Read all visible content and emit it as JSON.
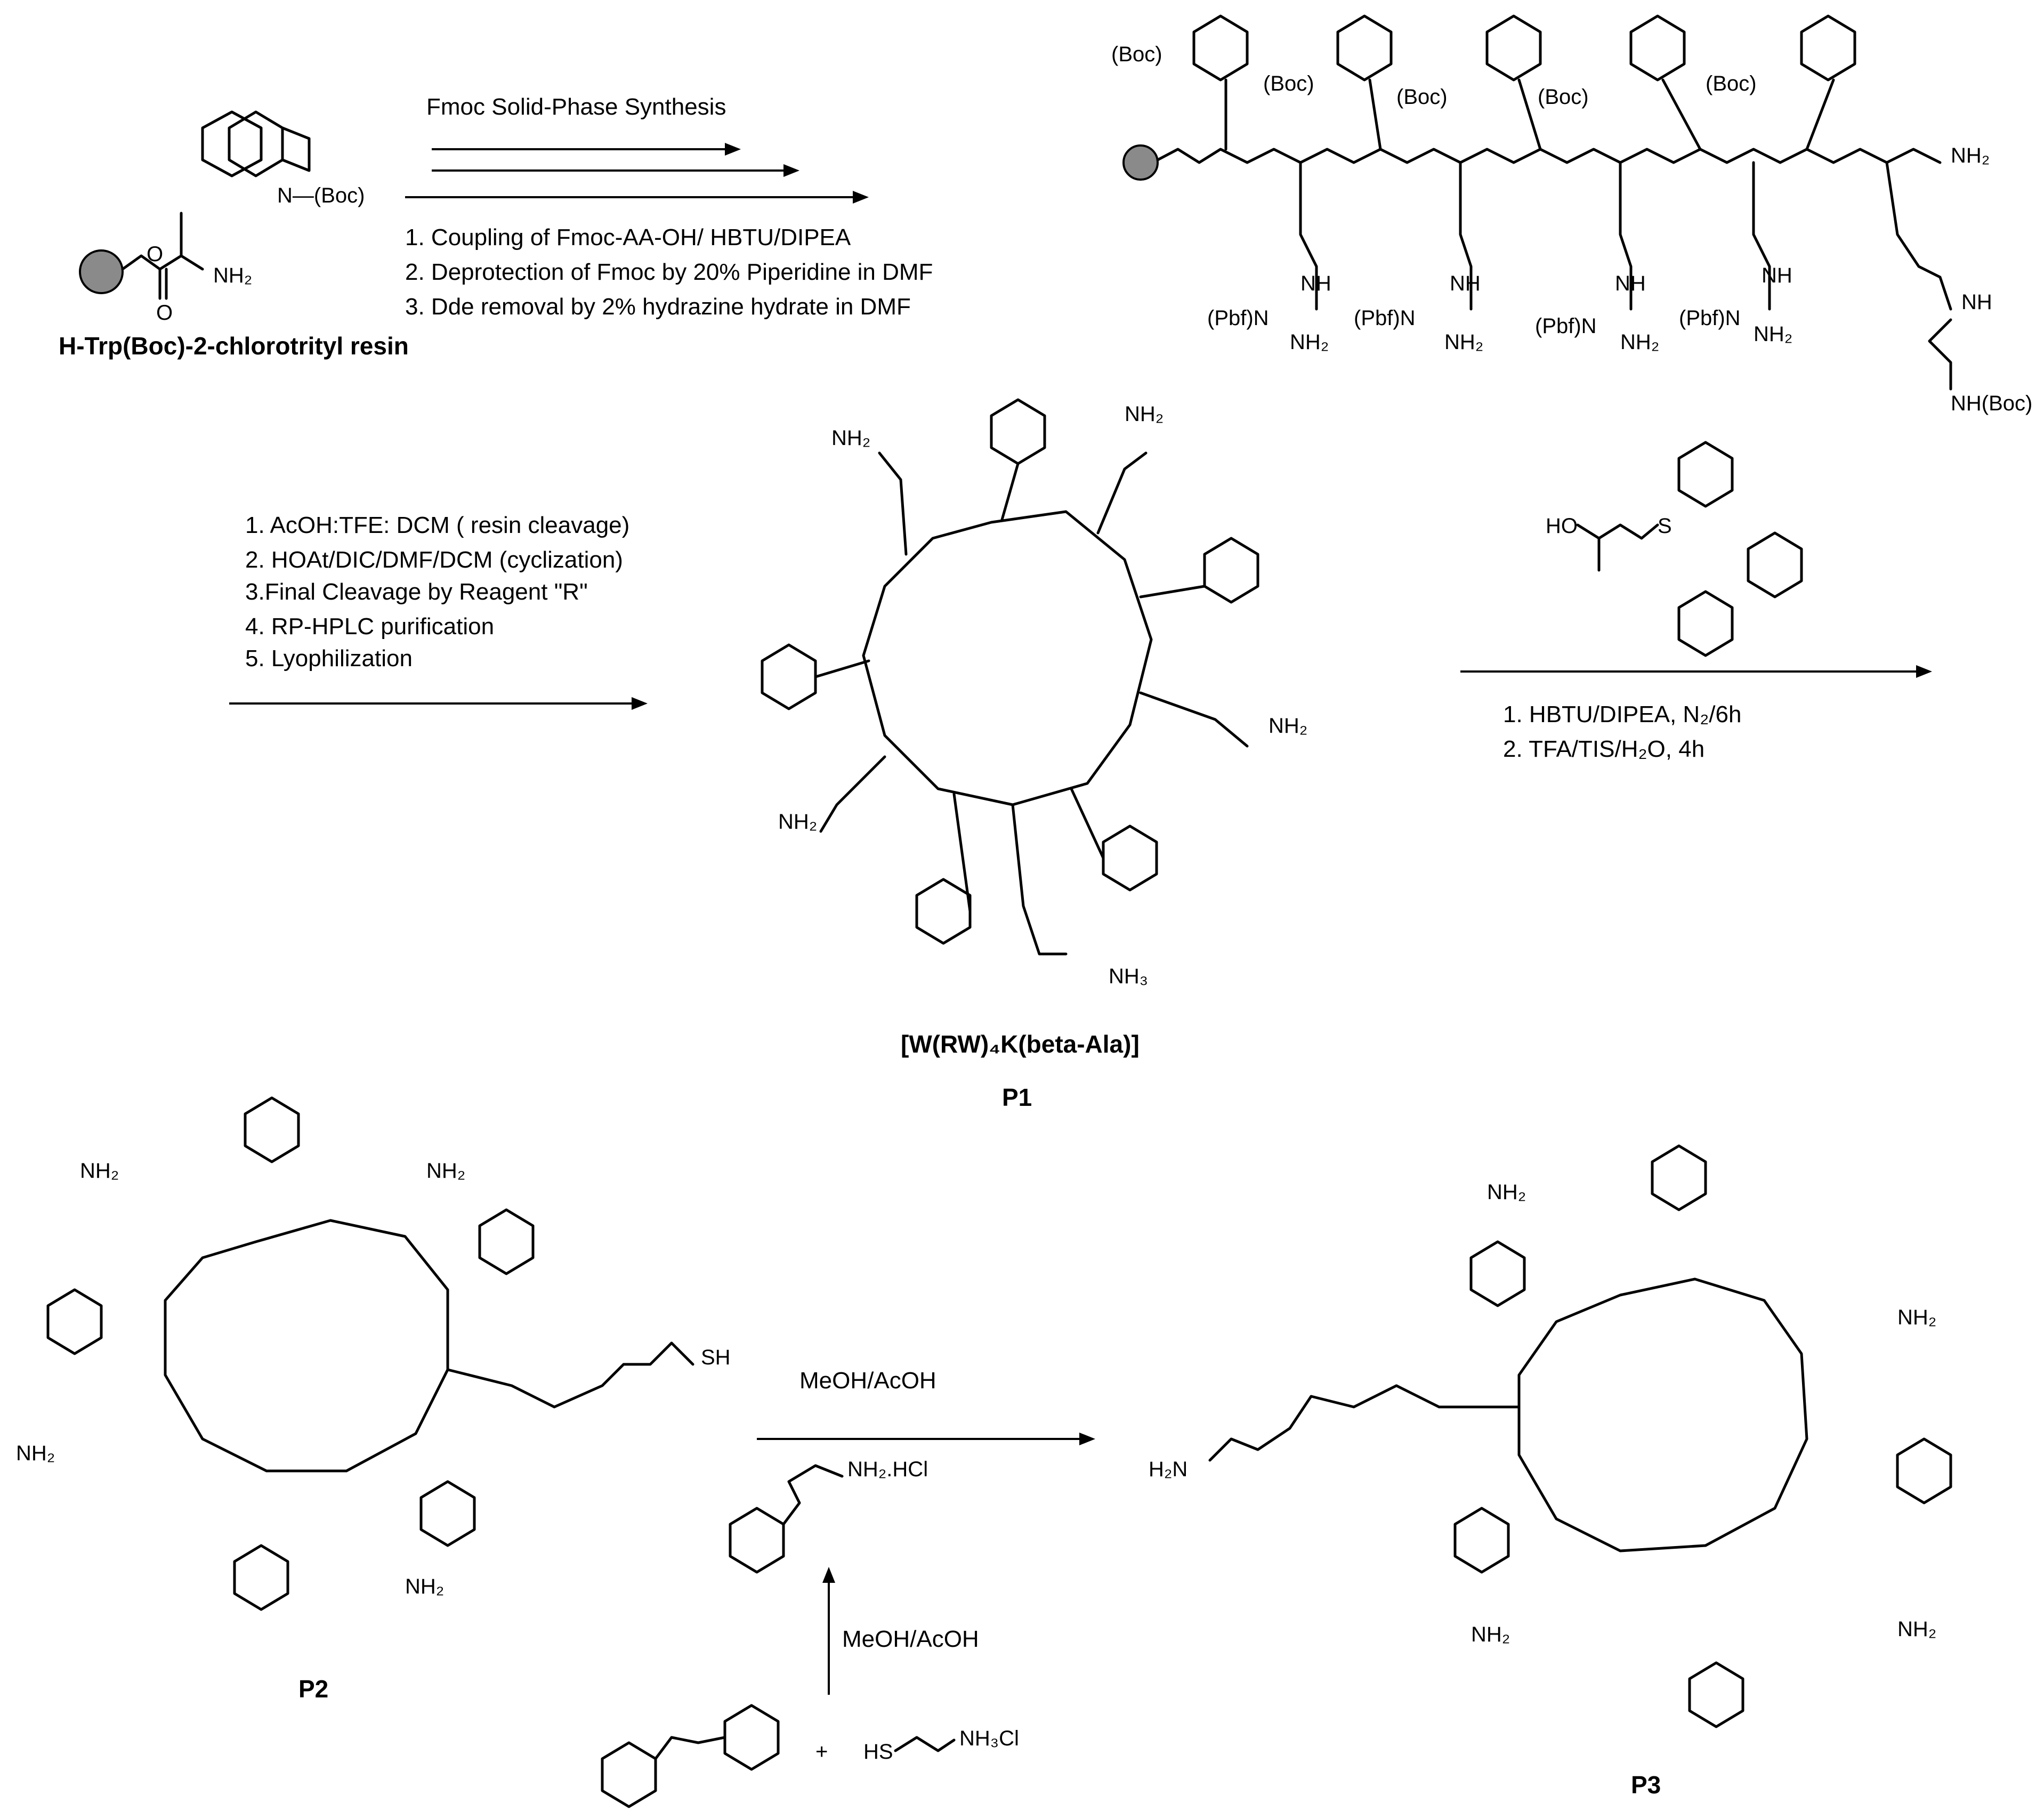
{
  "scheme": {
    "resin_label": "H-Trp(Boc)-2-chlorotrityl resin",
    "boc_label": "N—(Boc)",
    "nh2_label": "NH₂",
    "step1": {
      "title": "Fmoc Solid-Phase Synthesis",
      "conditions": [
        "1. Coupling of Fmoc-AA-OH/ HBTU/DIPEA",
        "2. Deprotection of Fmoc by 20% Piperidine in DMF",
        "3. Dde removal by 2% hydrazine hydrate in DMF"
      ]
    },
    "linear_peptide_labels": {
      "boc": "(Boc)",
      "pbf_guanidine": "(Pbf)N",
      "nh": "NH",
      "nh2": "NH₂",
      "nhboc": "NH(Boc)"
    },
    "step2": {
      "conditions": [
        "1. AcOH:TFE: DCM ( resin cleavage)",
        "2. HOAt/DIC/DMF/DCM (cyclization)",
        "3.Final Cleavage by Reagent \"R\"",
        "4. RP-HPLC purification",
        "5. Lyophilization"
      ]
    },
    "p1": {
      "name": "[W(RW)₄K(beta-Ala)]",
      "label": "P1",
      "nh3": "NH₃"
    },
    "step3": {
      "reagent_acid": "HO",
      "reagent_s": "S",
      "conditions": [
        "1. HBTU/DIPEA, N₂/6h",
        "2. TFA/TIS/H₂O, 4h"
      ]
    },
    "p2": {
      "label": "P2",
      "sh": "SH"
    },
    "step4": {
      "condition": "MeOH/AcOH",
      "reagent": "NH₂.HCl",
      "sub_condition": "MeOH/AcOH",
      "plus": "+",
      "hs_reagent": "HS",
      "nh3cl": "NH₃Cl"
    },
    "p3": {
      "label": "P3",
      "h2n": "H₂N"
    }
  }
}
